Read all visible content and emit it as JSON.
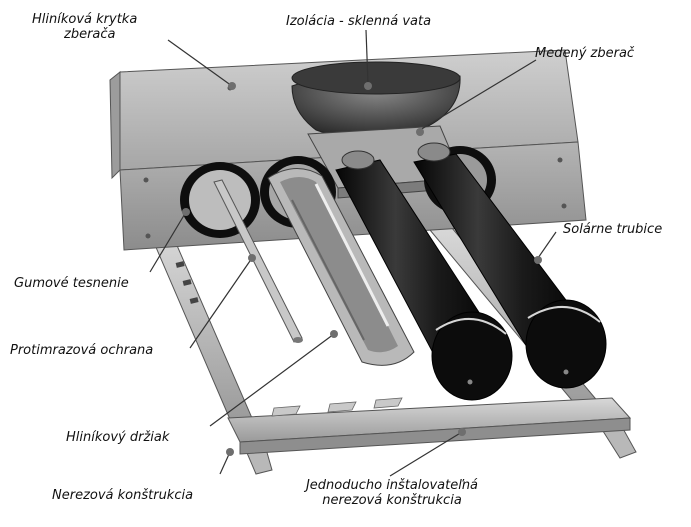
{
  "labels": {
    "cover": [
      "Hliníková krytka",
      "zberača"
    ],
    "insulation": "Izolácia - sklenná vata",
    "collector": "Medený zberač",
    "tubes": "Solárne trubice",
    "gasket": "Gumové tesnenie",
    "frost": "Protimrazová ochrana",
    "holder": "Hliníkový držiak",
    "frame": "Nerezová konštrukcia",
    "easy": [
      "Jednoducho inštalovateľná",
      "nerezová konštrukcia"
    ]
  },
  "colors": {
    "metal": "#9a9a9a",
    "metal_dark": "#6a6a6a",
    "tube": "#141414",
    "leader": "#333333",
    "dot": "#6e6e6e"
  }
}
